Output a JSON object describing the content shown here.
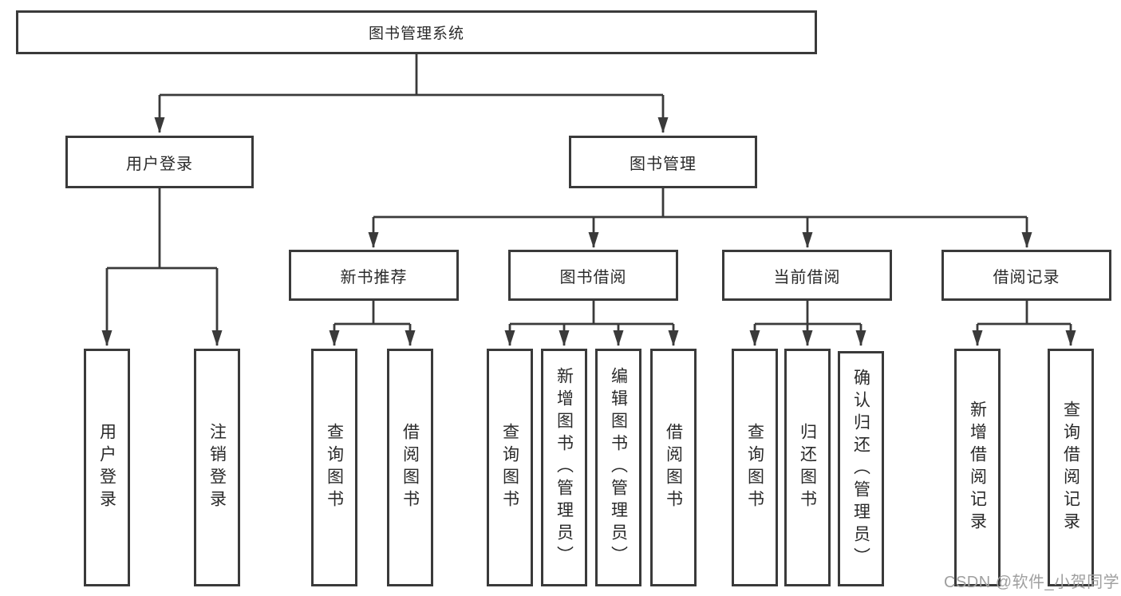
{
  "root": {
    "label": "图书管理系统"
  },
  "branches": {
    "user_login": {
      "label": "用户登录",
      "leaves": {
        "login": "用户登录",
        "logout": "注销登录"
      }
    },
    "book_mgmt": {
      "label": "图书管理",
      "sections": {
        "new_book_rec": {
          "label": "新书推荐",
          "leaves": {
            "query_book": "查询图书",
            "borrow_book": "借阅图书"
          }
        },
        "book_borrow": {
          "label": "图书借阅",
          "leaves": {
            "query_book": "查询图书",
            "add_book": "新增图书（管理员）",
            "edit_book": "编辑图书（管理员）",
            "borrow_book": "借阅图书"
          }
        },
        "current_borrow": {
          "label": "当前借阅",
          "leaves": {
            "query_book": "查询图书",
            "return_book": "归还图书",
            "confirm_return": "确认归还（管理员）"
          }
        },
        "borrow_record": {
          "label": "借阅记录",
          "leaves": {
            "add_record": "新增借阅记录",
            "query_record": "查询借阅记录"
          }
        }
      }
    }
  },
  "watermark": "CSDN @软件_小贺同学",
  "colors": {
    "line": "#3a3a3a",
    "text": "#2a2a2a",
    "background": "#ffffff",
    "watermark_text": "#9f9f9f"
  }
}
